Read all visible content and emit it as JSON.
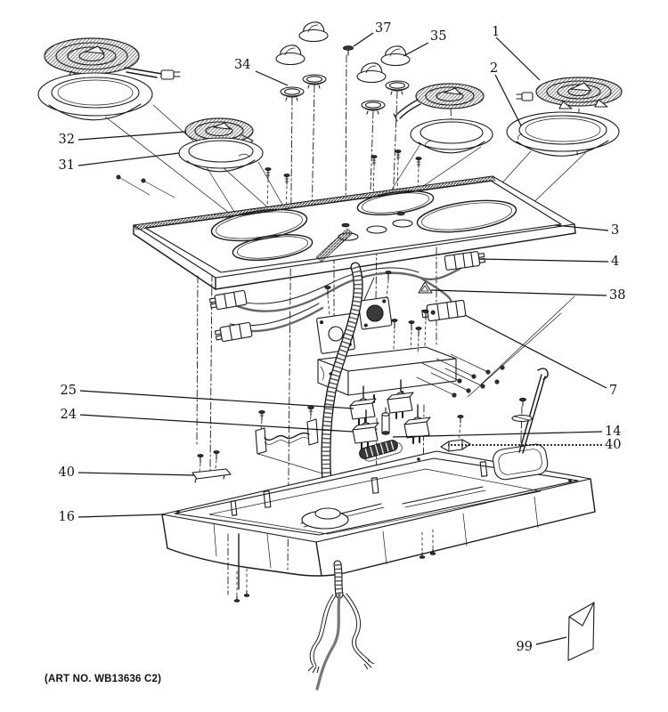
{
  "page": {
    "background": "#ffffff",
    "line_color": "#1a1a1a"
  },
  "diagram": {
    "footer": "(ART NO. WB13636 C2)",
    "callouts": [
      {
        "label": "1"
      },
      {
        "label": "2"
      },
      {
        "label": "3"
      },
      {
        "label": "4"
      },
      {
        "label": "7"
      },
      {
        "label": "14"
      },
      {
        "label": "16"
      },
      {
        "label": "24"
      },
      {
        "label": "25"
      },
      {
        "label": "31"
      },
      {
        "label": "32"
      },
      {
        "label": "34"
      },
      {
        "label": "35"
      },
      {
        "label": "37"
      },
      {
        "label": "38"
      },
      {
        "label": "40"
      },
      {
        "label": "40"
      },
      {
        "label": "99"
      }
    ]
  }
}
